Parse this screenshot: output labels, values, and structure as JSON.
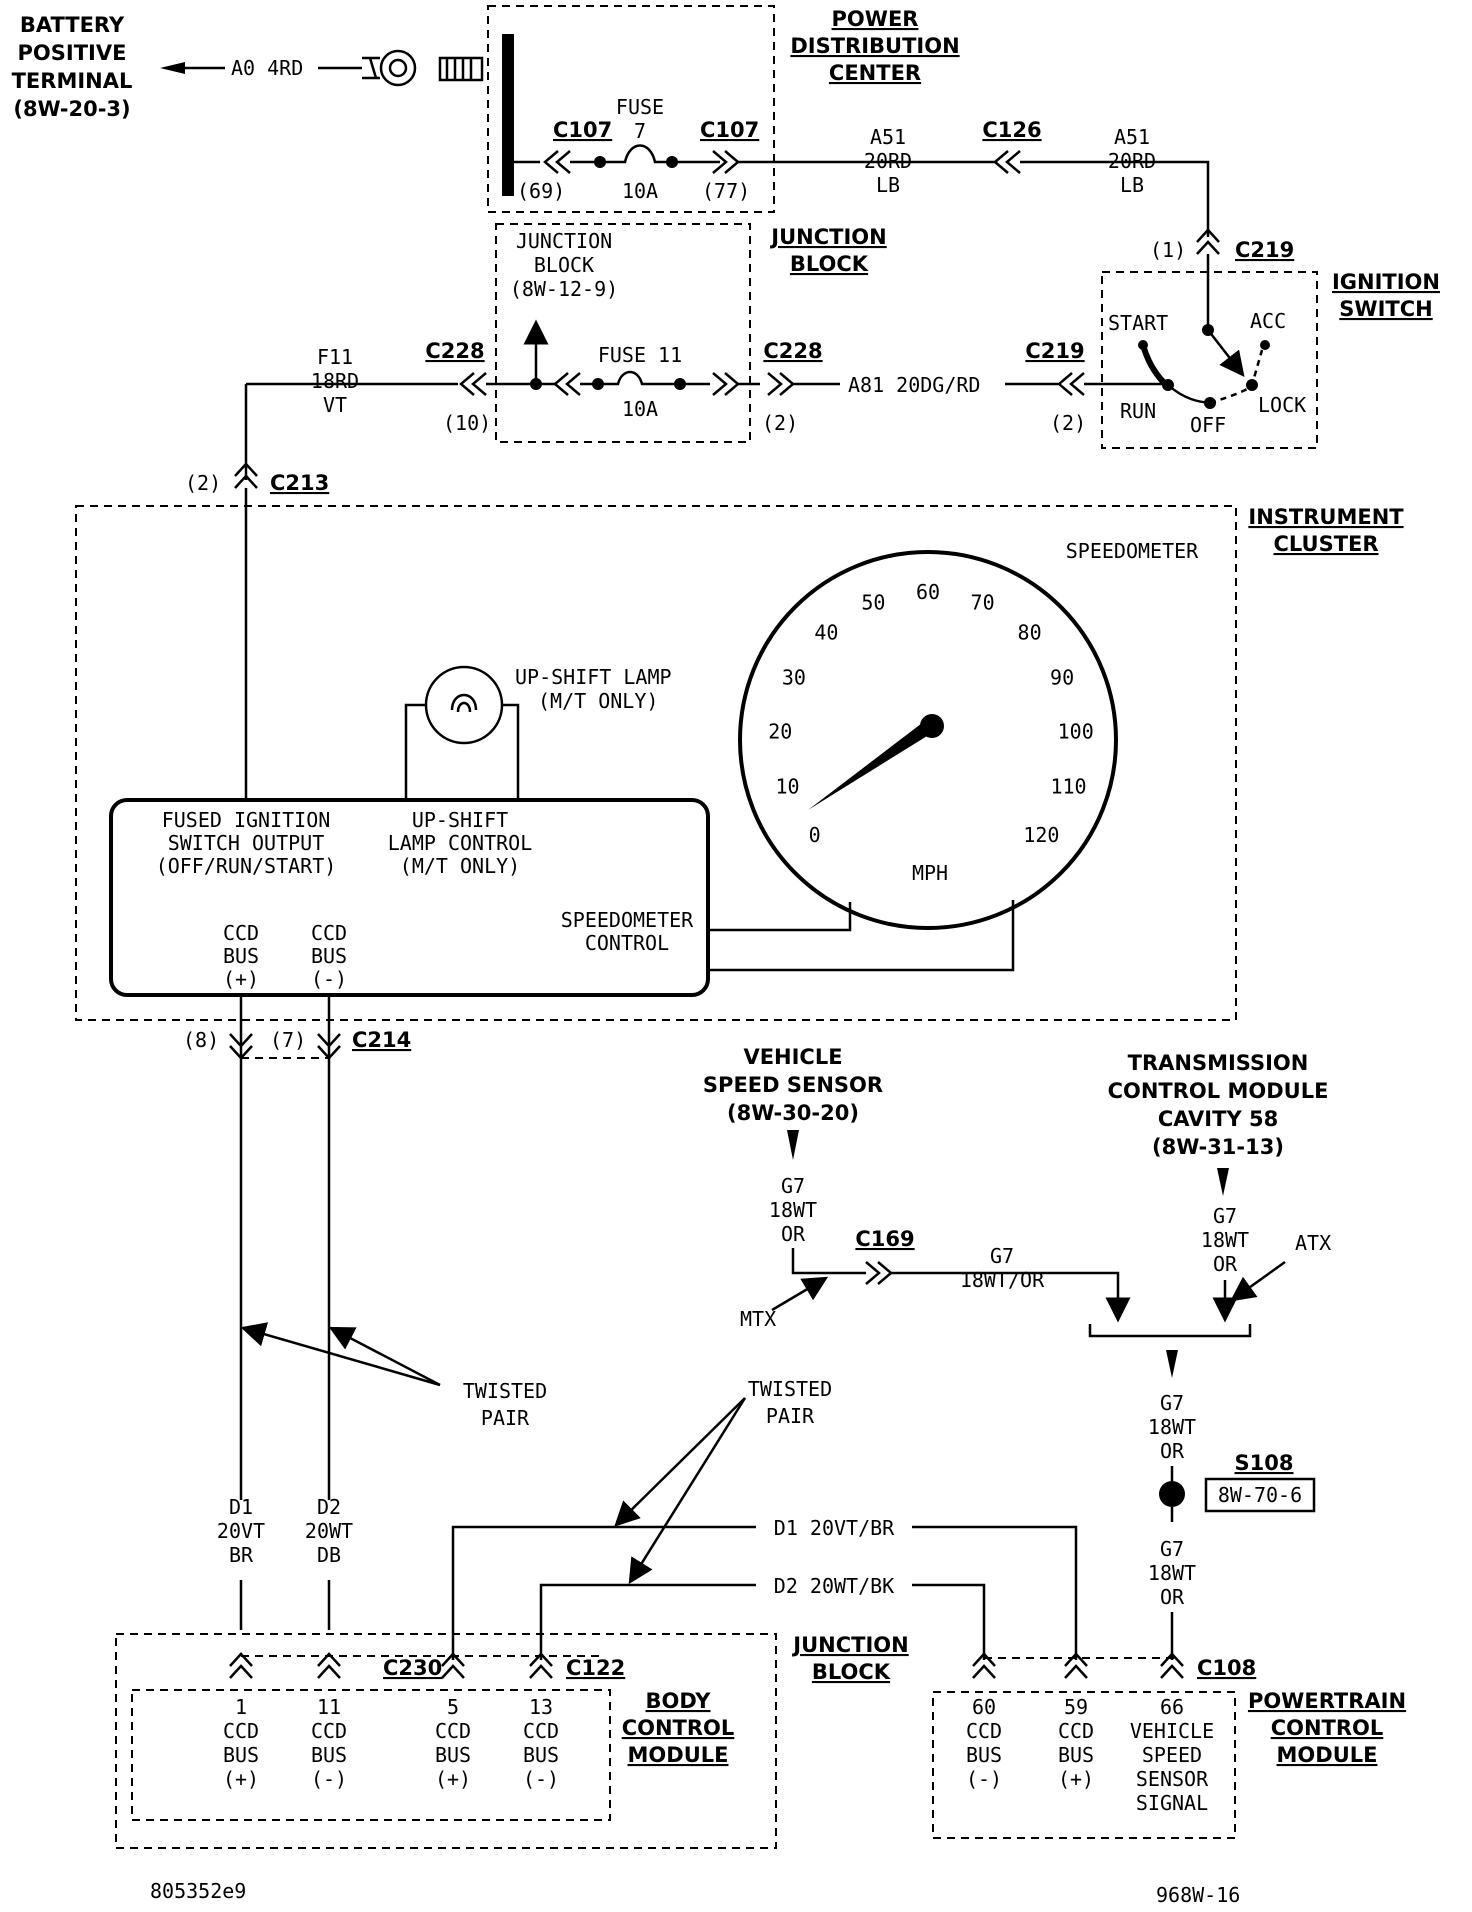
{
  "battery": {
    "l1": "BATTERY",
    "l2": "POSITIVE",
    "l3": "TERMINAL",
    "l4": "(8W-20-3)"
  },
  "wire_a0": "A0  4RD",
  "pdc": {
    "l1": "POWER",
    "l2": "DISTRIBUTION",
    "l3": "CENTER"
  },
  "c107_left": "C107",
  "c107_right": "C107",
  "fuse7": {
    "l1": "FUSE",
    "l2": "7",
    "amp": "10A"
  },
  "pin69": "(69)",
  "pin77": "(77)",
  "a51_1": {
    "l1": "A51",
    "l2": "20RD",
    "l3": "LB"
  },
  "c126": "C126",
  "a51_2": {
    "l1": "A51",
    "l2": "20RD",
    "l3": "LB"
  },
  "c219_top": "C219",
  "pin1_c219": "(1)",
  "ign": {
    "l1": "IGNITION",
    "l2": "SWITCH",
    "start": "START",
    "acc": "ACC",
    "run": "RUN",
    "off": "OFF",
    "lock": "LOCK"
  },
  "jb_upper": {
    "l1": "JUNCTION",
    "l2": "BLOCK"
  },
  "jb_inner": {
    "l1": "JUNCTION",
    "l2": "BLOCK",
    "l3": "(8W-12-9)"
  },
  "fuse11": {
    "l1": "FUSE 11",
    "amp": "10A"
  },
  "c228_left": "C228",
  "c228_right": "C228",
  "pin10": "(10)",
  "pin2_c228": "(2)",
  "f11": {
    "l1": "F11",
    "l2": "18RD",
    "l3": "VT"
  },
  "a81": "A81  20DG/RD",
  "c219_mid": "C219",
  "pin2_c219": "(2)",
  "c213": "C213",
  "pin2_c213": "(2)",
  "cluster": {
    "l1": "INSTRUMENT",
    "l2": "CLUSTER"
  },
  "speedometer": "SPEEDOMETER",
  "upshift": {
    "l1": "UP-SHIFT LAMP",
    "l2": "(M/T ONLY)"
  },
  "gauge": {
    "ticks": [
      "0",
      "10",
      "20",
      "30",
      "40",
      "50",
      "60",
      "70",
      "80",
      "90",
      "100",
      "110",
      "120"
    ],
    "unit": "MPH"
  },
  "module_box": {
    "fused1": "FUSED IGNITION",
    "fused2": "SWITCH OUTPUT",
    "fused3": "(OFF/RUN/START)",
    "lamp1": "UP-SHIFT",
    "lamp2": "LAMP CONTROL",
    "lamp3": "(M/T ONLY)",
    "ccdp1": "CCD",
    "ccdp2": "BUS",
    "ccdp3": "(+)",
    "ccdm1": "CCD",
    "ccdm2": "BUS",
    "ccdm3": "(-)",
    "spd1": "SPEEDOMETER",
    "spd2": "CONTROL"
  },
  "c214": "C214",
  "pin8": "(8)",
  "pin7": "(7)",
  "vss": {
    "l1": "VEHICLE",
    "l2": "SPEED SENSOR",
    "l3": "(8W-30-20)"
  },
  "tcm": {
    "l1": "TRANSMISSION",
    "l2": "CONTROL MODULE",
    "l3": "CAVITY 58",
    "l4": "(8W-31-13)"
  },
  "g7_vss": {
    "l1": "G7",
    "l2": "18WT",
    "l3": "OR"
  },
  "c169": "C169",
  "g7_mid": {
    "l1": "G7",
    "l2": "18WT/OR"
  },
  "mtx": "MTX",
  "g7_tcm": {
    "l1": "G7",
    "l2": "18WT",
    "l3": "OR"
  },
  "atx": "ATX",
  "twisted_left": {
    "l1": "TWISTED",
    "l2": "PAIR"
  },
  "twisted_mid": {
    "l1": "TWISTED",
    "l2": "PAIR"
  },
  "g7_s108_top": {
    "l1": "G7",
    "l2": "18WT",
    "l3": "OR"
  },
  "s108": "S108",
  "s108_ref": "8W-70-6",
  "g7_s108_bot": {
    "l1": "G7",
    "l2": "18WT",
    "l3": "OR"
  },
  "d1_left": {
    "l1": "D1",
    "l2": "20VT",
    "l3": "BR"
  },
  "d2_left": {
    "l1": "D2",
    "l2": "20WT",
    "l3": "DB"
  },
  "d1_wire": "D1  20VT/BR",
  "d2_wire": "D2  20WT/BK",
  "jb_lower": {
    "l1": "JUNCTION",
    "l2": "BLOCK"
  },
  "c230": "C230",
  "c122": "C122",
  "c108": "C108",
  "bcm": {
    "l1": "BODY",
    "l2": "CONTROL",
    "l3": "MODULE"
  },
  "pcm": {
    "l1": "POWERTRAIN",
    "l2": "CONTROL",
    "l3": "MODULE"
  },
  "bcm_pins": [
    {
      "n": "1",
      "a": "CCD",
      "b": "BUS",
      "c": "(+)"
    },
    {
      "n": "11",
      "a": "CCD",
      "b": "BUS",
      "c": "(-)"
    },
    {
      "n": "5",
      "a": "CCD",
      "b": "BUS",
      "c": "(+)"
    },
    {
      "n": "13",
      "a": "CCD",
      "b": "BUS",
      "c": "(-)"
    }
  ],
  "pcm_pins": [
    {
      "n": "60",
      "a": "CCD",
      "b": "BUS",
      "c": "(-)"
    },
    {
      "n": "59",
      "a": "CCD",
      "b": "BUS",
      "c": "(+)"
    }
  ],
  "pcm_pin66": {
    "n": "66",
    "a": "VEHICLE",
    "b": "SPEED",
    "c": "SENSOR",
    "d": "SIGNAL"
  },
  "footer_left": "805352e9",
  "footer_right": "968W-16"
}
